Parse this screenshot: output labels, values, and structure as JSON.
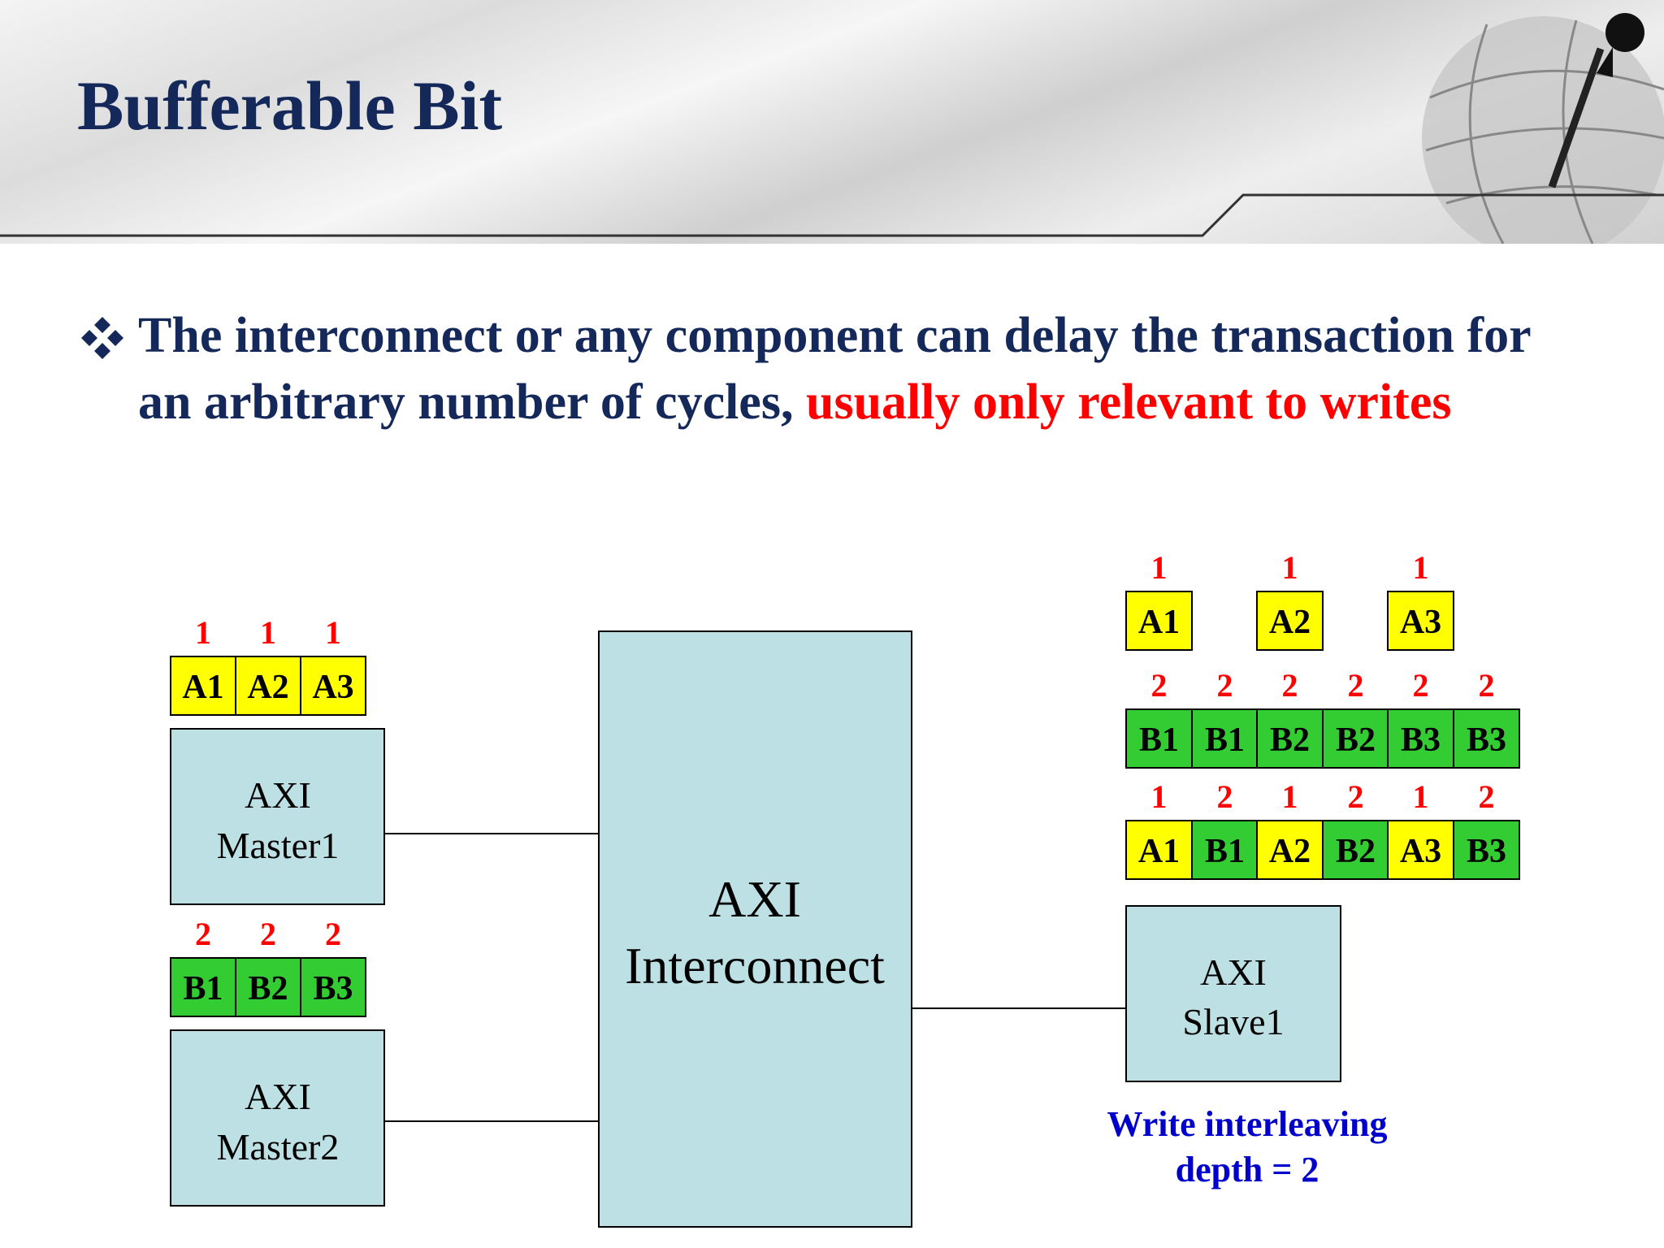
{
  "title": "Bufferable Bit",
  "bullet": {
    "icon": "four-diamond-bullet-icon",
    "text_main": "The interconnect or any component can delay the transaction for an arbitrary number of cycles, ",
    "text_highlight": "usually only relevant to writes"
  },
  "colors": {
    "title": "#14285a",
    "highlight": "#ff0000",
    "component_fill": "#bde0e4",
    "burst_a": "#ffff00",
    "burst_b": "#33cc33",
    "id_label": "#ff0000",
    "note": "#0000cc"
  },
  "diagram": {
    "components": {
      "master1": [
        "AXI",
        "Master1"
      ],
      "master2": [
        "AXI",
        "Master2"
      ],
      "interconnect": [
        "AXI",
        "Interconnect"
      ],
      "slave1": [
        "AXI",
        "Slave1"
      ]
    },
    "master1_queue": [
      {
        "label": "A1",
        "id": "1"
      },
      {
        "label": "A2",
        "id": "1"
      },
      {
        "label": "A3",
        "id": "1"
      }
    ],
    "master2_queue": [
      {
        "label": "B1",
        "id": "2"
      },
      {
        "label": "B2",
        "id": "2"
      },
      {
        "label": "B3",
        "id": "2"
      }
    ],
    "slave_row_a": [
      {
        "label": "A1",
        "id": "1"
      },
      {
        "label": "A2",
        "id": "1"
      },
      {
        "label": "A3",
        "id": "1"
      }
    ],
    "slave_row_b": [
      {
        "label": "B1",
        "id": "2"
      },
      {
        "label": "B1",
        "id": "2"
      },
      {
        "label": "B2",
        "id": "2"
      },
      {
        "label": "B2",
        "id": "2"
      },
      {
        "label": "B3",
        "id": "2"
      },
      {
        "label": "B3",
        "id": "2"
      }
    ],
    "slave_row_interleaved": [
      {
        "label": "A1",
        "id": "1"
      },
      {
        "label": "B1",
        "id": "2"
      },
      {
        "label": "A2",
        "id": "1"
      },
      {
        "label": "B2",
        "id": "2"
      },
      {
        "label": "A3",
        "id": "1"
      },
      {
        "label": "B3",
        "id": "2"
      }
    ],
    "note": [
      "Write interleaving",
      "depth = 2"
    ]
  }
}
